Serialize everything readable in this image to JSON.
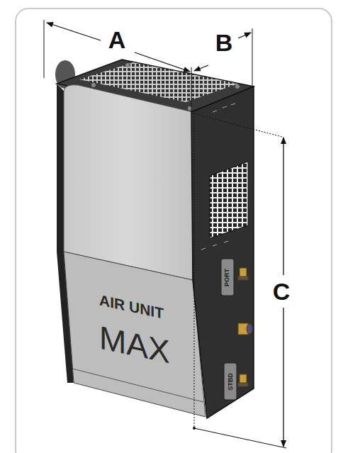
{
  "diagram": {
    "labels": [
      "A",
      "B",
      "C",
      "AIR UNIT",
      "MAX",
      "PORT",
      "STBD"
    ]
  }
}
